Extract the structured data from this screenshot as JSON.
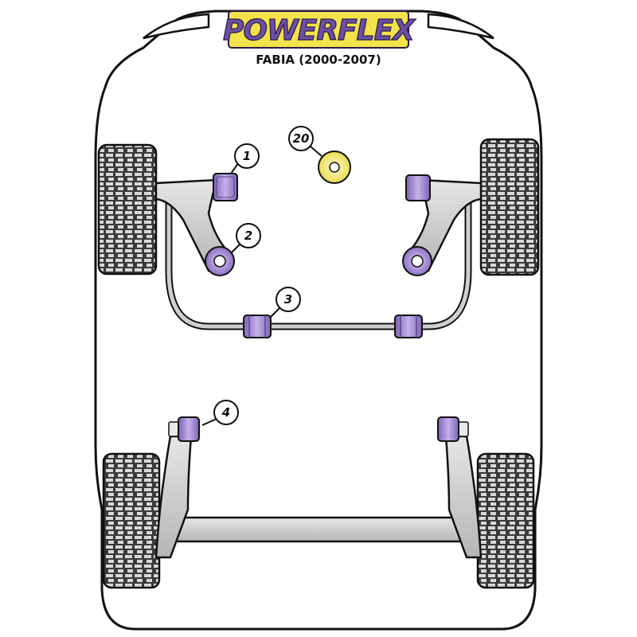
{
  "brand": {
    "logo_text": "POWERFLEX",
    "colors": {
      "logo_bg": "#f3e24a",
      "logo_text": "#6a4fa3",
      "bush_purple": "#a58ad0",
      "bush_yellow": "#f3ea7a",
      "arm_grey": "#c9c9c9",
      "tyre_dark": "#2a2a2a"
    }
  },
  "title": "FABIA (2000-2007)",
  "callouts": [
    {
      "num": "1"
    },
    {
      "num": "2"
    },
    {
      "num": "3"
    },
    {
      "num": "4"
    },
    {
      "num": "20"
    }
  ]
}
